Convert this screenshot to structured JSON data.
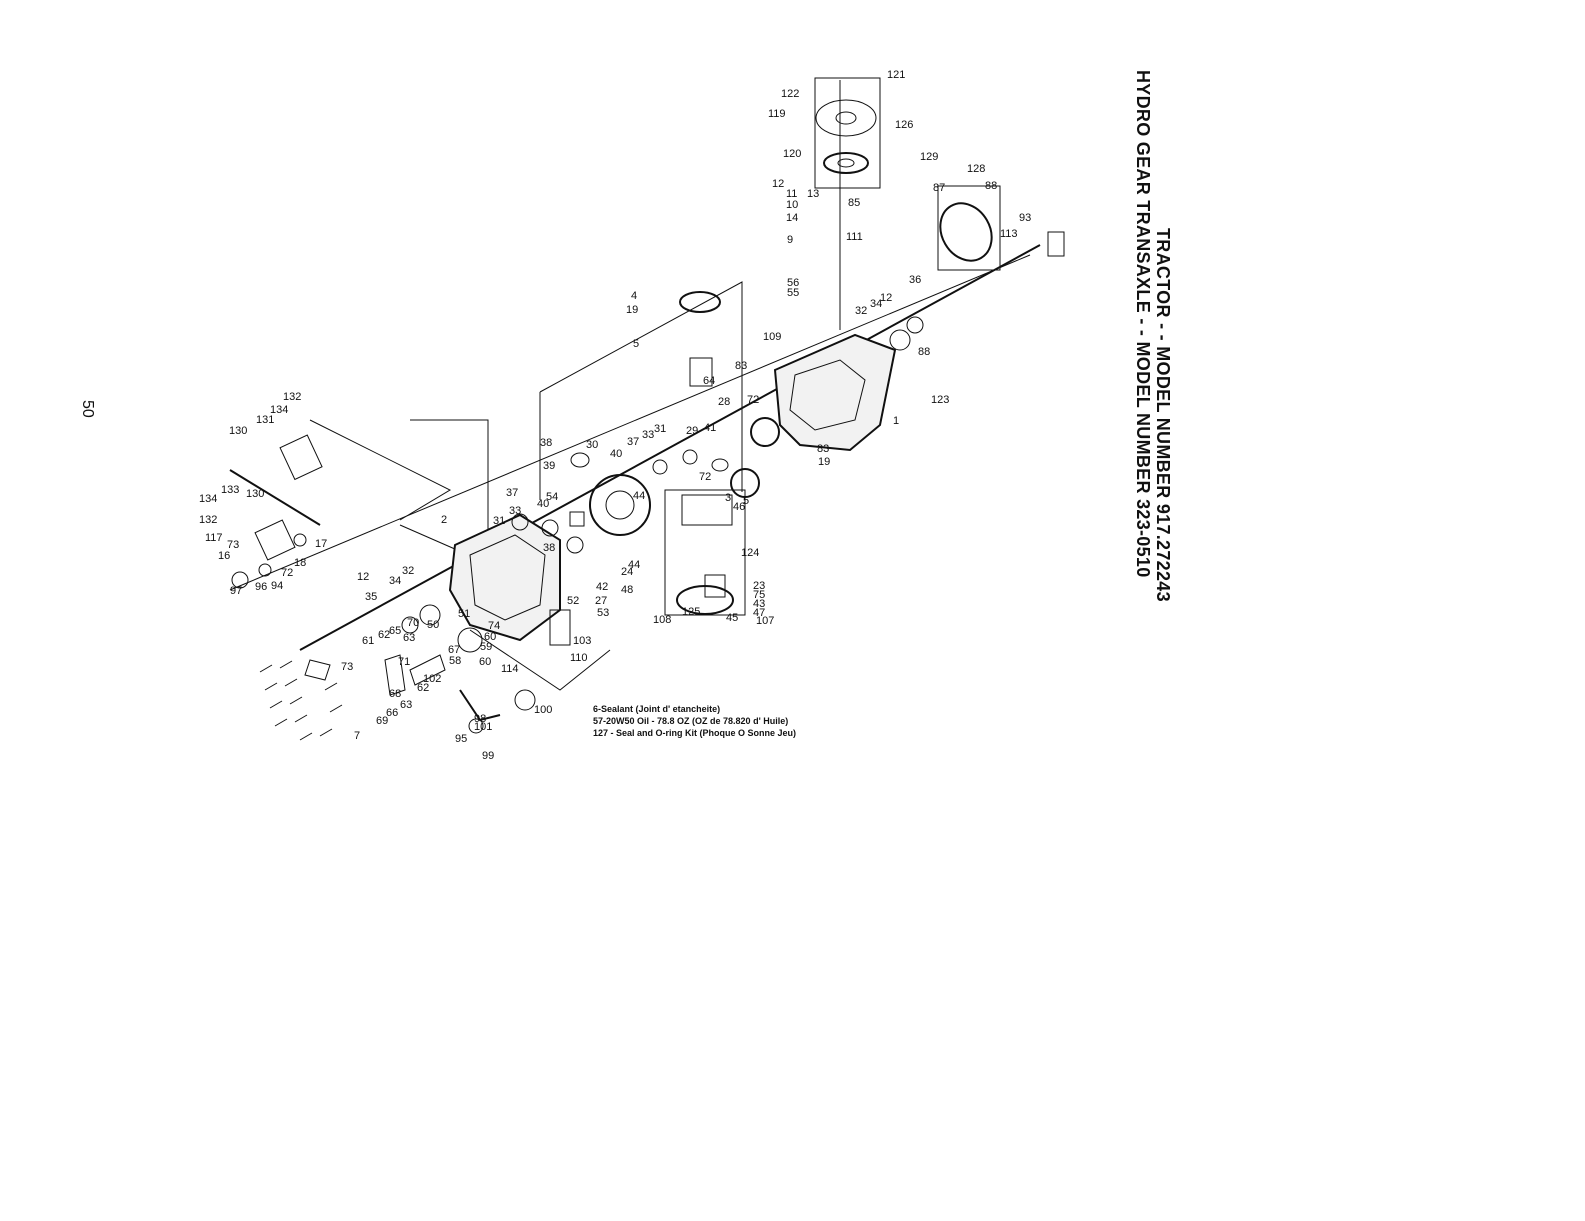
{
  "title": {
    "line1": "TRACTOR - - MODEL NUMBER 917.272243",
    "line2": "HYDRO GEAR TRANSAXLE - - MODEL NUMBER 323-0510"
  },
  "page_number": "50",
  "notes": [
    "6-Sealant (Joint d' etancheite)",
    "57-20W50 Oil - 78.8 OZ (OZ de 78.820 d' Huile)",
    "127 - Seal and O-ring Kit (Phoque O Sonne Jeu)"
  ],
  "callouts": [
    "121",
    "122",
    "119",
    "126",
    "120",
    "129",
    "128",
    "87",
    "88",
    "12",
    "11",
    "13",
    "10",
    "85",
    "14",
    "113",
    "93",
    "9",
    "111",
    "36",
    "56",
    "55",
    "34",
    "12",
    "32",
    "109",
    "88",
    "4",
    "19",
    "5",
    "83",
    "64",
    "123",
    "28",
    "72",
    "1",
    "41",
    "29",
    "83",
    "19",
    "31",
    "33",
    "37",
    "38",
    "30",
    "40",
    "39",
    "72",
    "3",
    "46",
    "5",
    "37",
    "54",
    "44",
    "40",
    "31",
    "33",
    "38",
    "124",
    "2",
    "23",
    "75",
    "43",
    "47",
    "45",
    "107",
    "125",
    "108",
    "24",
    "44",
    "42",
    "48",
    "27",
    "53",
    "52",
    "103",
    "110",
    "132",
    "134",
    "131",
    "130",
    "133",
    "130",
    "134",
    "132",
    "117",
    "73",
    "16",
    "72",
    "94",
    "96",
    "97",
    "18",
    "17",
    "12",
    "34",
    "32",
    "35",
    "70",
    "50",
    "51",
    "74",
    "60",
    "65",
    "62",
    "63",
    "61",
    "67",
    "58",
    "59",
    "60",
    "73",
    "71",
    "102",
    "62",
    "68",
    "63",
    "66",
    "69",
    "114",
    "98",
    "100",
    "101",
    "95",
    "99",
    "7"
  ]
}
